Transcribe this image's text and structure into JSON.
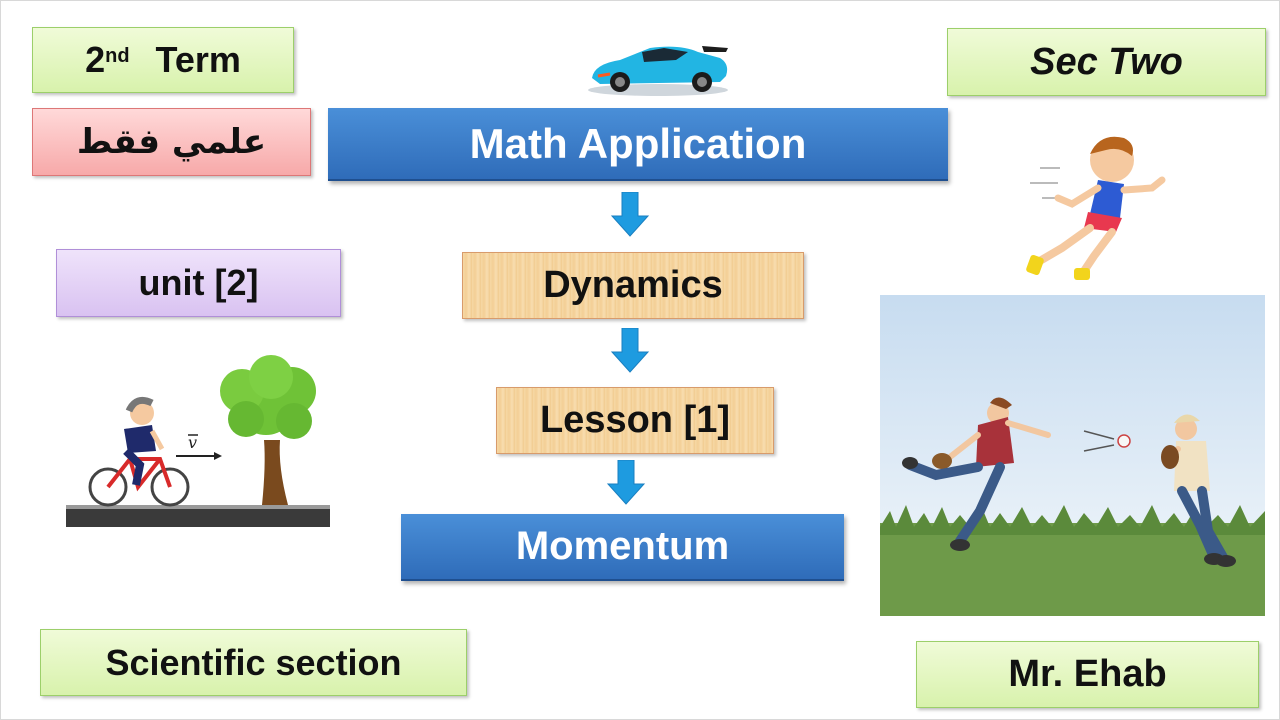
{
  "term": {
    "number": "2",
    "suffix": "nd",
    "word": "Term"
  },
  "arabic_label": "علمي فقط",
  "unit_label": "unit [2]",
  "section_label": "Scientific section",
  "sec_label": "Sec Two",
  "teacher_label": "Mr. Ehab",
  "flow": {
    "title": "Math Application",
    "step1": "Dynamics",
    "step2": "Lesson [1]",
    "step3": "Momentum"
  },
  "velocity_symbol": "v",
  "colors": {
    "accent_blue": "#3278c8",
    "arrow_blue": "#1e9be0",
    "label_green": "#e6f7c4"
  }
}
